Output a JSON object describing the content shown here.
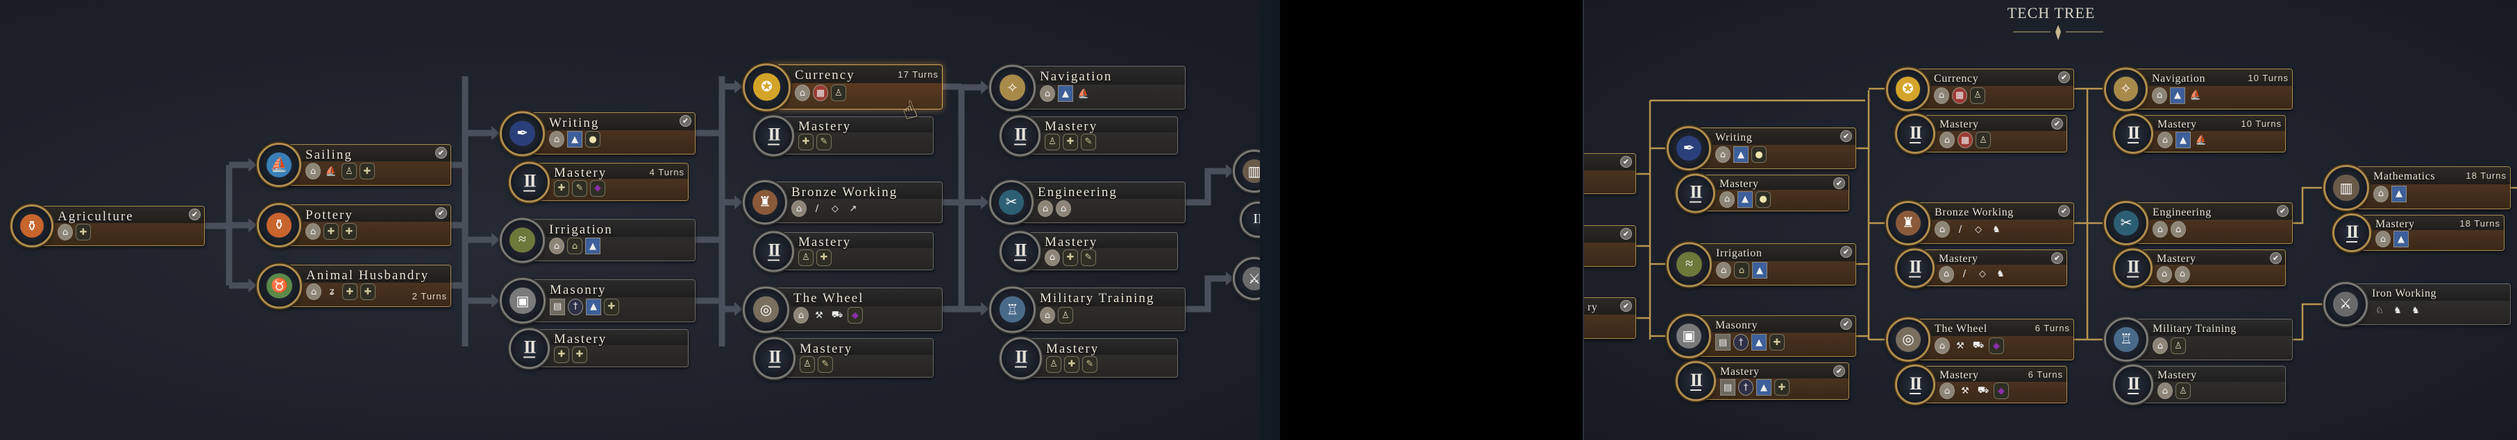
{
  "colors": {
    "gold": "#c9a55c",
    "researched_body": "#4a3320",
    "locked_body": "#2e2d2b",
    "link_grey": "#4a4f5c",
    "link_gold": "#b8964f"
  },
  "left_panel": {
    "nodes": [
      {
        "name": "Agriculture",
        "status": "completed",
        "medallion": "amphora-icon",
        "icons": [
          "building-icon",
          "plus-card-icon"
        ]
      },
      {
        "name": "Sailing",
        "status": "completed",
        "medallion": "sailboat-icon",
        "icons": [
          "building-icon",
          "ship-unit-icon",
          "person-card-icon",
          "plus-card-icon"
        ]
      },
      {
        "name": "Pottery",
        "status": "completed",
        "medallion": "amphora-icon",
        "icons": [
          "building-icon",
          "plus-card-icon",
          "plus-card-icon"
        ]
      },
      {
        "name": "Animal Husbandry",
        "status": "active",
        "turns": "2 Turns",
        "medallion": "cow-icon",
        "icons": [
          "building-icon",
          "horse-resource-icon",
          "plus-card-icon",
          "plus-card-icon"
        ]
      },
      {
        "name": "Writing",
        "status": "completed",
        "medallion": "quill-icon",
        "icons": [
          "building-icon",
          "wonder-icon",
          "lightbulb-card-icon"
        ]
      },
      {
        "name": "Mastery",
        "status": "queued",
        "turns": "4 Turns",
        "mastery": true,
        "icons": [
          "plus-card-icon",
          "sword-card-icon",
          "purple-card-icon"
        ]
      },
      {
        "name": "Irrigation",
        "status": "locked",
        "medallion": "canal-icon",
        "icons": [
          "building-icon",
          "house-card-icon",
          "wonder-icon"
        ]
      },
      {
        "name": "Masonry",
        "status": "locked",
        "medallion": "stone-block-icon",
        "icons": [
          "building-square-icon",
          "obelisk-icon",
          "wonder-icon",
          "plus-card-icon"
        ]
      },
      {
        "name": "Mastery",
        "status": "locked",
        "mastery": true,
        "icons": [
          "plus-card-icon",
          "plus-card-icon"
        ]
      },
      {
        "name": "Currency",
        "status": "hover",
        "turns": "17 Turns",
        "medallion": "coin-icon",
        "icons": [
          "building-icon",
          "market-icon",
          "person-card-icon"
        ]
      },
      {
        "name": "Mastery",
        "status": "locked",
        "mastery": true,
        "icons": [
          "plus-card-icon",
          "sword-card-icon"
        ]
      },
      {
        "name": "Bronze Working",
        "status": "locked",
        "medallion": "bronze-icon",
        "icons": [
          "building-icon",
          "spear-unit-icon",
          "bow-unit-icon",
          "sword-unit-icon"
        ]
      },
      {
        "name": "Mastery",
        "status": "locked",
        "mastery": true,
        "icons": [
          "person-card-icon",
          "plus-card-icon"
        ]
      },
      {
        "name": "The Wheel",
        "status": "locked",
        "medallion": "wheel-icon",
        "icons": [
          "building-icon",
          "catapult-unit-icon",
          "chariot-unit-icon",
          "purple-card-icon"
        ]
      },
      {
        "name": "Mastery",
        "status": "locked",
        "mastery": true,
        "icons": [
          "person-card-icon",
          "sword-card-icon"
        ]
      },
      {
        "name": "Navigation",
        "status": "locked",
        "medallion": "compass-icon",
        "icons": [
          "building-icon",
          "wonder-icon",
          "ship-unit-icon"
        ]
      },
      {
        "name": "Mastery",
        "status": "locked",
        "mastery": true,
        "icons": [
          "person-card-icon",
          "plus-card-icon",
          "sword-card-icon"
        ]
      },
      {
        "name": "Engineering",
        "status": "locked",
        "medallion": "tools-icon",
        "icons": [
          "building-icon",
          "building-icon"
        ]
      },
      {
        "name": "Mastery",
        "status": "locked",
        "mastery": true,
        "icons": [
          "building-icon",
          "plus-card-icon",
          "sword-card-icon"
        ]
      },
      {
        "name": "Military Training",
        "status": "locked",
        "medallion": "soldier-icon",
        "icons": [
          "building-icon",
          "person-card-icon"
        ]
      },
      {
        "name": "Mastery",
        "status": "locked",
        "mastery": true,
        "icons": [
          "person-card-icon",
          "plus-card-icon",
          "sword-card-icon"
        ]
      }
    ],
    "edge_medallions": [
      "abacus-icon",
      "mastery-icon",
      "iron-icon"
    ]
  },
  "right_panel": {
    "title": "TECH TREE",
    "nodes": [
      {
        "name": "",
        "status": "completed",
        "partial": true,
        "icons": []
      },
      {
        "name": "",
        "status": "completed",
        "partial": true,
        "icons": []
      },
      {
        "name": "ry",
        "status": "completed",
        "partial": true,
        "icons": []
      },
      {
        "name": "Writing",
        "status": "completed",
        "medallion": "quill-icon",
        "icons": [
          "building-icon",
          "wonder-icon",
          "lightbulb-card-icon"
        ]
      },
      {
        "name": "Mastery",
        "status": "completed",
        "mastery": true,
        "icons": [
          "building-icon",
          "wonder-icon",
          "lightbulb-card-icon"
        ]
      },
      {
        "name": "Irrigation",
        "status": "completed",
        "medallion": "canal-icon",
        "icons": [
          "building-icon",
          "house-card-icon",
          "wonder-icon"
        ]
      },
      {
        "name": "Masonry",
        "status": "completed",
        "medallion": "stone-block-icon",
        "icons": [
          "building-square-icon",
          "obelisk-icon",
          "wonder-icon",
          "plus-card-icon"
        ]
      },
      {
        "name": "Mastery",
        "status": "completed",
        "mastery": true,
        "icons": [
          "building-square-icon",
          "obelisk-icon",
          "wonder-icon",
          "plus-card-icon"
        ]
      },
      {
        "name": "Currency",
        "status": "completed",
        "medallion": "coin-icon",
        "icons": [
          "building-icon",
          "market-icon",
          "person-card-icon"
        ]
      },
      {
        "name": "Mastery",
        "status": "completed",
        "mastery": true,
        "icons": [
          "building-icon",
          "market-icon",
          "person-card-icon"
        ]
      },
      {
        "name": "Bronze Working",
        "status": "completed",
        "medallion": "bronze-icon",
        "icons": [
          "building-icon",
          "spear-unit-icon",
          "bow-unit-icon",
          "helmet-unit-icon"
        ]
      },
      {
        "name": "Mastery",
        "status": "completed",
        "mastery": true,
        "icons": [
          "building-icon",
          "spear-unit-icon",
          "bow-unit-icon",
          "helmet-unit-icon"
        ]
      },
      {
        "name": "The Wheel",
        "status": "active",
        "turns": "6 Turns",
        "medallion": "wheel-icon",
        "icons": [
          "building-icon",
          "catapult-unit-icon",
          "chariot-unit-icon",
          "purple-card-icon"
        ]
      },
      {
        "name": "Mastery",
        "status": "active",
        "turns": "6 Turns",
        "mastery": true,
        "icons": [
          "building-icon",
          "catapult-unit-icon",
          "chariot-unit-icon",
          "purple-card-icon"
        ]
      },
      {
        "name": "Navigation",
        "status": "active",
        "turns": "10 Turns",
        "medallion": "compass-icon",
        "icons": [
          "building-icon",
          "wonder-icon",
          "ship-unit-icon"
        ]
      },
      {
        "name": "Mastery",
        "status": "active",
        "turns": "10 Turns",
        "mastery": true,
        "icons": [
          "building-icon",
          "wonder-icon",
          "ship-unit-icon"
        ]
      },
      {
        "name": "Engineering",
        "status": "completed",
        "medallion": "tools-icon",
        "icons": [
          "building-icon",
          "building-icon"
        ]
      },
      {
        "name": "Mastery",
        "status": "completed",
        "mastery": true,
        "icons": [
          "building-icon",
          "building-icon"
        ]
      },
      {
        "name": "Military Training",
        "status": "locked",
        "medallion": "soldier-icon",
        "icons": [
          "building-icon",
          "person-card-icon"
        ]
      },
      {
        "name": "Mastery",
        "status": "locked",
        "mastery": true,
        "icons": [
          "building-icon",
          "person-card-icon"
        ]
      },
      {
        "name": "Mathematics",
        "status": "active",
        "turns": "18 Turns",
        "medallion": "abacus-icon",
        "icons": [
          "building-icon",
          "wonder-icon"
        ]
      },
      {
        "name": "Mastery",
        "status": "active",
        "turns": "18 Turns",
        "mastery": true,
        "icons": [
          "building-icon",
          "wonder-icon"
        ]
      },
      {
        "name": "Iron Working",
        "status": "locked",
        "medallion": "iron-icon",
        "icons": [
          "horse-unit-icon",
          "helmet-unit-icon",
          "helmet-unit-icon"
        ]
      }
    ]
  },
  "cursor": {
    "icon": "hand-cursor-icon",
    "glyph": "☝"
  }
}
